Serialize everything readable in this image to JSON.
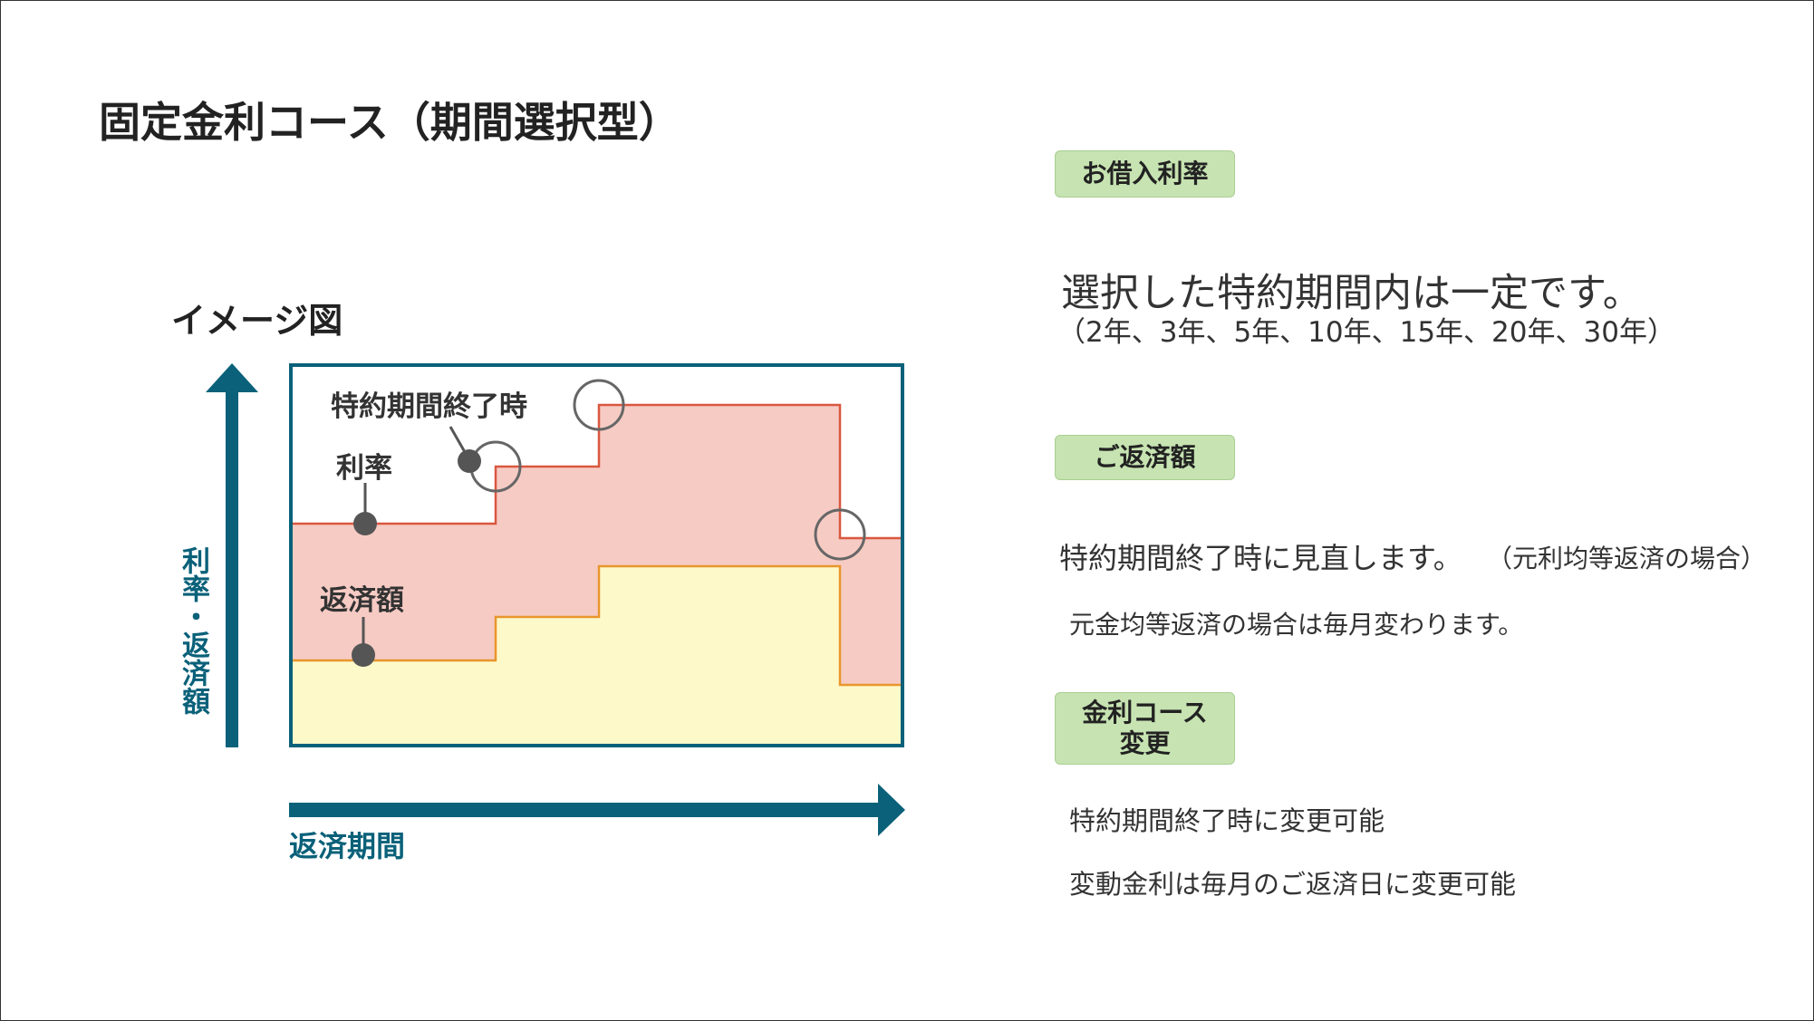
{
  "title": "固定金利コース（期間選択型）",
  "diagram": {
    "image_label": "イメージ図",
    "y_axis_label": "利率・返済額",
    "x_axis_label": "返済期間",
    "marker_period_end": "特約期間終了時",
    "marker_rate": "利率",
    "marker_repayment": "返済額",
    "colors": {
      "frame": "#0a6179",
      "rate_fill": "#f6cbc4",
      "rate_line": "#d9573f",
      "repayment_fill": "#fef9c9",
      "repayment_line": "#e8962c",
      "marker": "#555555"
    }
  },
  "sections": {
    "rate": {
      "badge": "お借入利率",
      "main": "選択した特約期間内は一定です。",
      "sub": "（2年、3年、5年、10年、15年、20年、30年）"
    },
    "repayment": {
      "badge": "ご返済額",
      "main": "特約期間終了時に見直します。",
      "note": "（元利均等返済の場合）",
      "sub": "元金均等返済の場合は毎月変わります。"
    },
    "course_change": {
      "badge_line1": "金利コース",
      "badge_line2": "変更",
      "line1": "特約期間終了時に変更可能",
      "line2": "変動金利は毎月のご返済日に変更可能"
    }
  }
}
